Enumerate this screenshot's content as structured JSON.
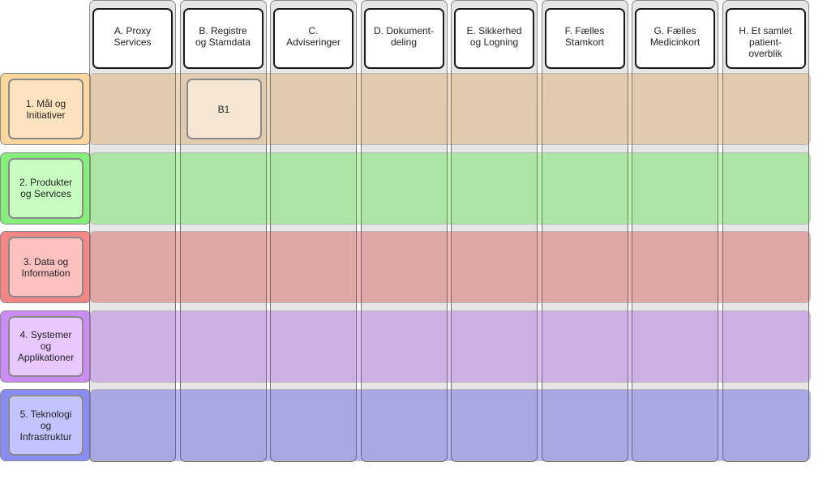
{
  "columns": [
    {
      "label": "A. Proxy\nServices"
    },
    {
      "label": "B. Registre\nog Stamdata"
    },
    {
      "label": "C.\nAdviseringer"
    },
    {
      "label": "D. Dokument-\ndeling"
    },
    {
      "label": "E. Sikkerhed\nog Logning"
    },
    {
      "label": "F. Fælles\nStamkort"
    },
    {
      "label": "G. Fælles\nMedicinkort"
    },
    {
      "label": "H. Et samlet\npatient-\noverblik"
    }
  ],
  "rows": [
    {
      "label": "1. Mål og\nInitiativer",
      "color": "#ffd69c",
      "band": "#ddb27a",
      "label_bg": "#ffe3bf"
    },
    {
      "label": "2. Produkter\nog Services",
      "color": "#86ef7c",
      "band": "#73e666",
      "label_bg": "#c6ffc0"
    },
    {
      "label": "3. Data og\nInformation",
      "color": "#f58686",
      "band": "#dc6a6a",
      "label_bg": "#ffc0c0"
    },
    {
      "label": "4. Systemer\nog\nApplikationer",
      "color": "#cc8cf5",
      "band": "#b87de3",
      "label_bg": "#e9c8ff"
    },
    {
      "label": "5. Teknologi\nog\nInfrastruktur",
      "color": "#8a8cf5",
      "band": "#6b6ee2",
      "label_bg": "#c3c4ff"
    }
  ],
  "cells": {
    "B1": {
      "label": "B1",
      "color": "#f5e5d3"
    }
  }
}
